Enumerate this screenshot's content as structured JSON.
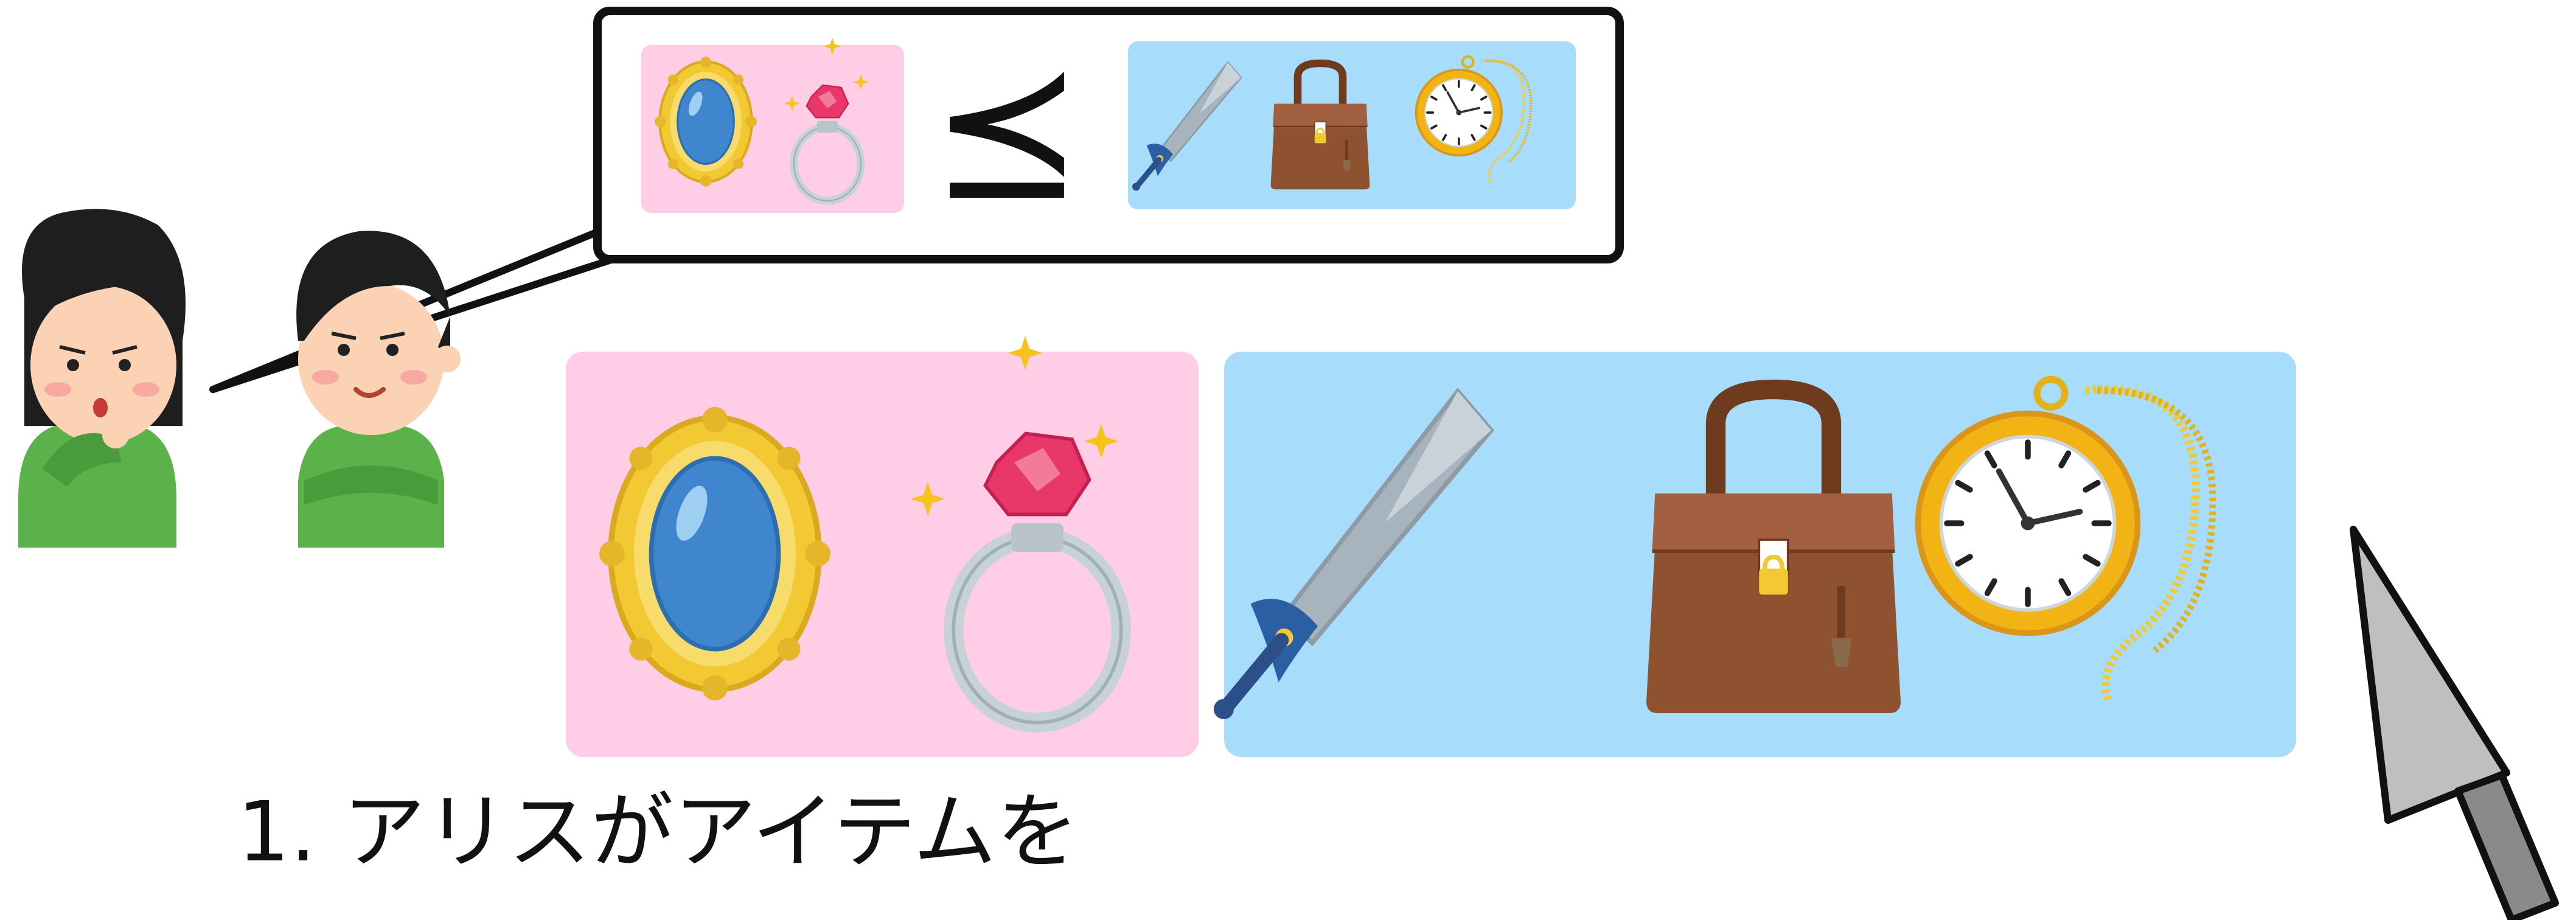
{
  "caption": "1. アリスがアイテムを",
  "comparison_symbol": "⪯",
  "colors": {
    "left_group_bg": "#ffcde6",
    "right_group_bg": "#a8dcfb",
    "outline": "#111111",
    "shirt_green": "#5bb24a",
    "hair_dark": "#1e1e1e",
    "skin": "#fbd2b4",
    "gold": "#f2c833",
    "gem_blue": "#3f86cf",
    "ruby": "#e8386a",
    "silver": "#c6d2d6",
    "leather": "#8f5231",
    "blade": "#a7b3bd",
    "cursor_grey": "#bfbfbf"
  },
  "speech_bubble": {
    "left_items": [
      "brooch-icon",
      "ruby-ring-icon"
    ],
    "right_items": [
      "sword-icon",
      "handbag-icon",
      "pocket-watch-icon"
    ]
  },
  "main_panel": {
    "left_items": [
      "brooch-icon",
      "ruby-ring-icon"
    ],
    "right_items": [
      "sword-icon",
      "handbag-icon",
      "pocket-watch-icon"
    ]
  },
  "characters": [
    "alice-figure",
    "bob-figure"
  ],
  "pointer": "cursor-arrow-icon"
}
